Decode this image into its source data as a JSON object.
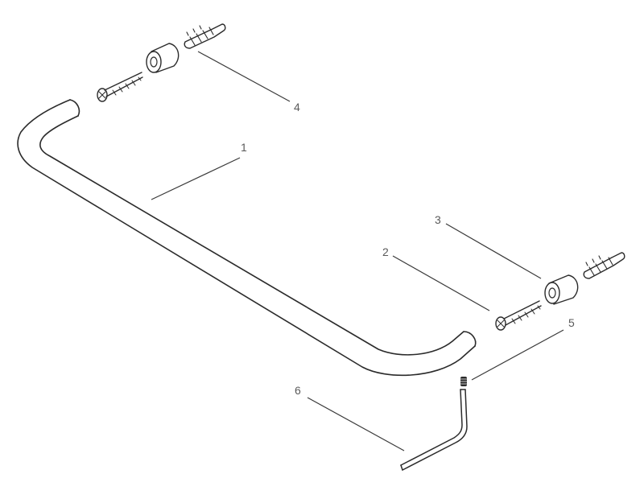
{
  "diagram": {
    "callouts": [
      {
        "id": "part-1",
        "number": "1"
      },
      {
        "id": "part-2",
        "number": "2"
      },
      {
        "id": "part-3",
        "number": "3"
      },
      {
        "id": "part-4",
        "number": "4"
      },
      {
        "id": "part-5",
        "number": "5"
      },
      {
        "id": "part-6",
        "number": "6"
      }
    ],
    "colors": {
      "line": "#2b2b2b",
      "label": "#5a5a5a",
      "background": "#ffffff"
    }
  }
}
